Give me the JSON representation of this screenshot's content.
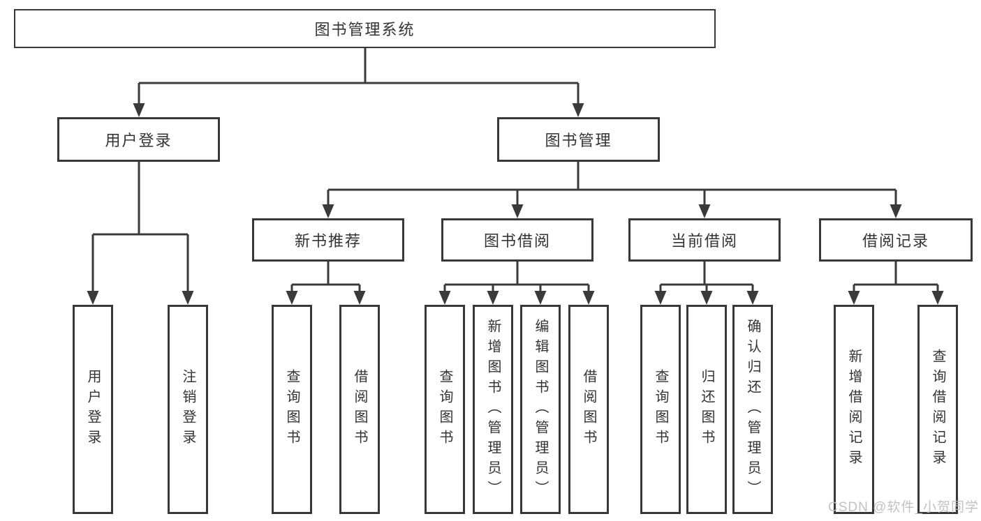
{
  "diagram_title": "图书管理系统",
  "nodes": {
    "root": {
      "label": "图书管理系统"
    },
    "user_login": {
      "label": "用户登录"
    },
    "book_management": {
      "label": "图书管理"
    },
    "new_book_recommendation": {
      "label": "新书推荐"
    },
    "book_borrowing": {
      "label": "图书借阅"
    },
    "current_borrowing": {
      "label": "当前借阅"
    },
    "borrowing_records": {
      "label": "借阅记录"
    },
    "leaf_user_login": {
      "label": "用户登录"
    },
    "leaf_logout": {
      "label": "注销登录"
    },
    "leaf_query_books_recommend": {
      "label": "查询图书"
    },
    "leaf_borrow_books_recommend": {
      "label": "借阅图书"
    },
    "leaf_query_books_borrow": {
      "label": "查询图书"
    },
    "leaf_add_book_admin": {
      "label": "新增图书（管理员）"
    },
    "leaf_edit_book_admin": {
      "label": "编辑图书（管理员）"
    },
    "leaf_borrow_books_borrow": {
      "label": "借阅图书"
    },
    "leaf_query_books_current": {
      "label": "查询图书"
    },
    "leaf_return_books": {
      "label": "归还图书"
    },
    "leaf_confirm_return_admin": {
      "label": "确认归还（管理员）"
    },
    "leaf_add_borrow_record": {
      "label": "新增借阅记录"
    },
    "leaf_query_borrow_record": {
      "label": "查询借阅记录"
    }
  },
  "hierarchy": {
    "图书管理系统": [
      "用户登录",
      "图书管理"
    ],
    "用户登录": [
      "用户登录",
      "注销登录"
    ],
    "图书管理": [
      "新书推荐",
      "图书借阅",
      "当前借阅",
      "借阅记录"
    ],
    "新书推荐": [
      "查询图书",
      "借阅图书"
    ],
    "图书借阅": [
      "查询图书",
      "新增图书（管理员）",
      "编辑图书（管理员）",
      "借阅图书"
    ],
    "当前借阅": [
      "查询图书",
      "归还图书",
      "确认归还（管理员）"
    ],
    "借阅记录": [
      "新增借阅记录",
      "查询借阅记录"
    ]
  },
  "watermark": {
    "text": "CSDN @软件_小贺同学"
  },
  "colors": {
    "line": "#3a3a3a",
    "border": "#383838",
    "text": "#333333",
    "background": "#ffffff",
    "watermark": "#bdbdbd"
  }
}
